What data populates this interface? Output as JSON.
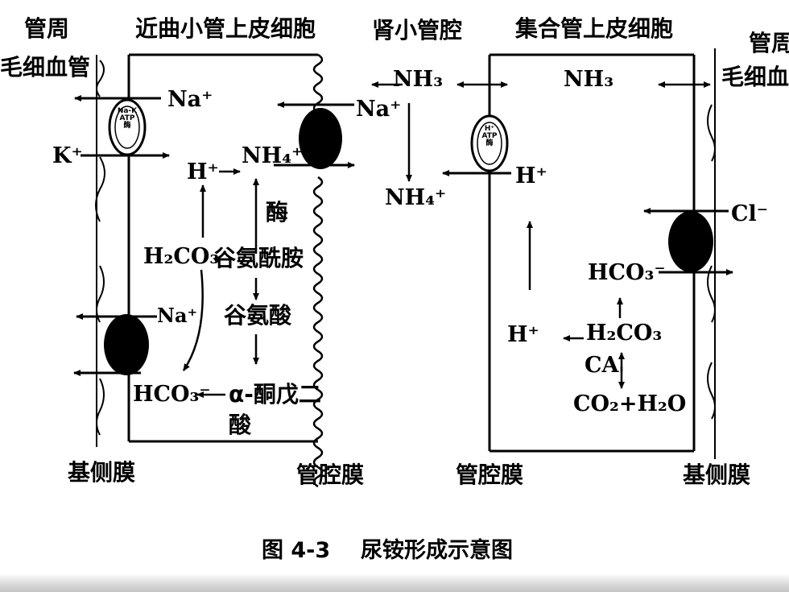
{
  "left_panel": {
    "label_capillary_line1": "管周",
    "label_capillary_line2": "毛细血管",
    "label_cell": "近曲小管上皮细胞",
    "label_basolateral": "基侧膜",
    "label_luminal": "管腔膜",
    "pump_text_line1": "Na-K",
    "pump_text_line2": "ATP",
    "pump_text_line3": "酶",
    "na_top": "Na⁺",
    "k": "K⁺",
    "na_lumen": "Na⁺",
    "h": "H⁺",
    "nh4": "NH₄⁺",
    "enzyme": "酶",
    "h2co3": "H₂CO₃",
    "glutamine": "谷氨酰胺",
    "glutamate": "谷氨酸",
    "na_low": "Na⁺",
    "hco3": "HCO₃⁻",
    "alpha_kg_line1": "α-酮戊二",
    "alpha_kg_line2": "酸"
  },
  "tubule_lumen": {
    "label": "肾小管腔",
    "nh3": "NH₃",
    "nh4": "NH₄⁺"
  },
  "right_panel": {
    "label_cell": "集合管上皮细胞",
    "label_capillary_line1": "管周",
    "label_capillary_line2": "毛细血",
    "label_luminal": "管腔膜",
    "label_basolateral": "基侧膜",
    "pump_text_line1": "H⁺",
    "pump_text_line2": "ATP",
    "pump_text_line3": "酶",
    "nh3": "NH₃",
    "h_top": "H⁺",
    "cl": "Cl⁻",
    "hco3": "HCO₃⁻",
    "h_mid": "H⁺",
    "h2co3": "H₂CO₃",
    "ca": "CA",
    "co2_h2o": "CO₂+H₂O"
  },
  "caption": {
    "figure_number": "图 4-3",
    "title": "尿铵形成示意图"
  }
}
